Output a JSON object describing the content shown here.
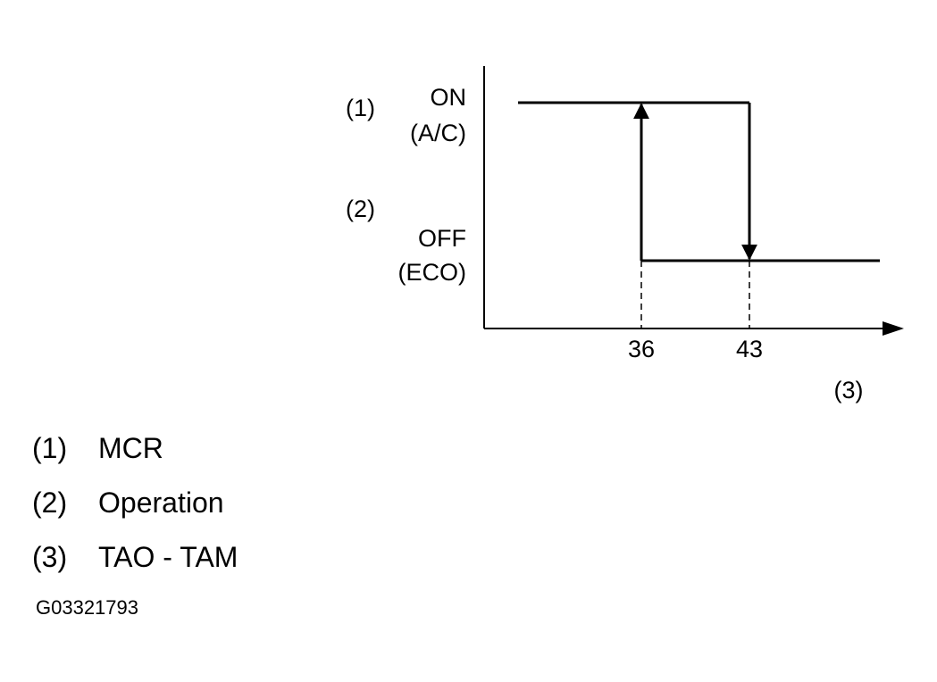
{
  "chart_data": {
    "type": "line",
    "title": "",
    "xlabel": "(3)",
    "ylabel": "",
    "x_ticks": [
      36,
      43
    ],
    "y_levels": [
      {
        "number": "(1)",
        "label": "ON",
        "sublabel": "(A/C)",
        "state": "ON"
      },
      {
        "number": "(2)",
        "label": "OFF",
        "sublabel": "(ECO)",
        "state": "OFF"
      }
    ],
    "hysteresis": {
      "switch_on_at": 36,
      "switch_off_at": 43
    },
    "series": [
      {
        "x": [
          36,
          43
        ],
        "y": [
          "ON",
          "ON"
        ]
      },
      {
        "x": [
          36,
          43
        ],
        "y": [
          "OFF",
          "OFF"
        ]
      }
    ]
  },
  "legend": [
    {
      "number": "(1)",
      "text": "MCR"
    },
    {
      "number": "(2)",
      "text": "Operation"
    },
    {
      "number": "(3)",
      "text": "TAO - TAM"
    }
  ],
  "figure_id": "G03321793"
}
